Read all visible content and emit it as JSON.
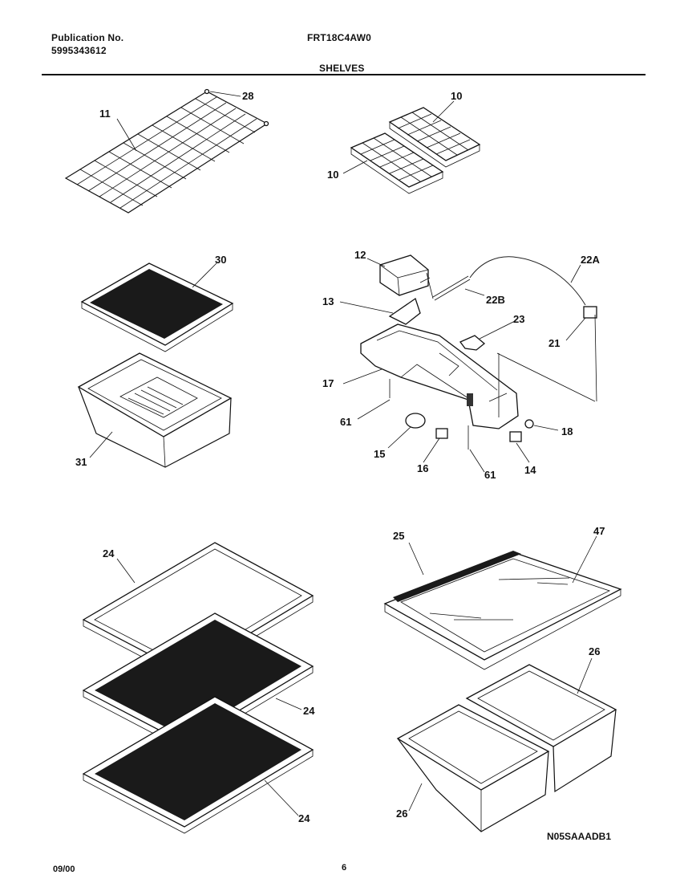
{
  "header": {
    "publication_label": "Publication No.",
    "publication_number": "5995343612",
    "model": "FRT18C4AW0",
    "section": "SHELVES"
  },
  "footer": {
    "date": "09/00",
    "page": "6",
    "diagram_code": "N05SAAADB1"
  },
  "callouts": [
    "11",
    "28",
    "10",
    "10",
    "30",
    "31",
    "12",
    "13",
    "22B",
    "22A",
    "23",
    "21",
    "17",
    "61",
    "15",
    "16",
    "61",
    "14",
    "18",
    "24",
    "24",
    "24",
    "25",
    "47",
    "26",
    "26"
  ]
}
